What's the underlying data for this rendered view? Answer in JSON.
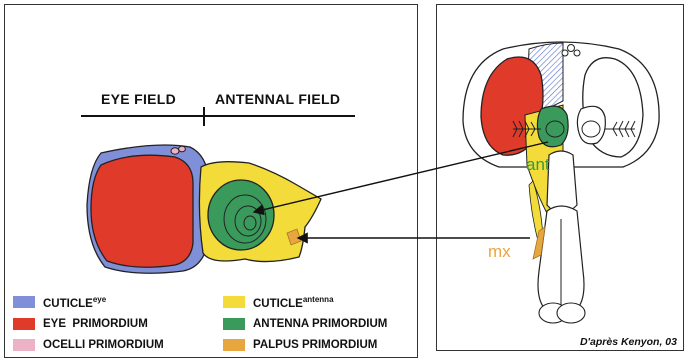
{
  "header": {
    "eye_field": "EYE FIELD",
    "antennal_field": "ANTENNAL FIELD"
  },
  "legend": [
    {
      "label": "CUTICLE",
      "sup": "eye",
      "color": "#7f8fd8"
    },
    {
      "label": "EYE  PRIMORDIUM",
      "sup": "",
      "color": "#e03a2a"
    },
    {
      "label": "OCELLI PRIMORDIUM",
      "sup": "",
      "color": "#ecb3c6"
    },
    {
      "label": "CUTICLE",
      "sup": "antenna",
      "color": "#f3dc39"
    },
    {
      "label": "ANTENNA PRIMORDIUM",
      "sup": "",
      "color": "#3a9a5c"
    },
    {
      "label": "PALPUS PRIMORDIUM",
      "sup": "",
      "color": "#e8a63e"
    }
  ],
  "annotations": {
    "ant": "ant",
    "mx": "mx"
  },
  "credit": "D'après Kenyon, 03",
  "colors": {
    "ant_label": "#2e9c3f",
    "mx_label": "#e8a63e",
    "outline": "#222222"
  }
}
